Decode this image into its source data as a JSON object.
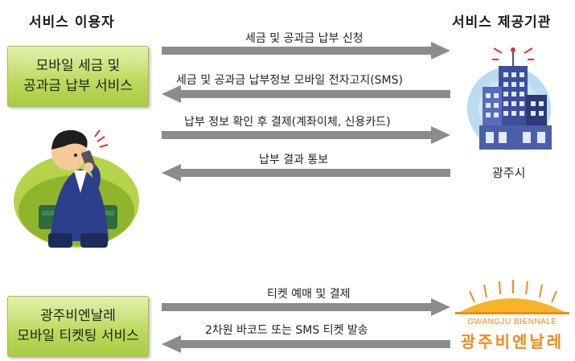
{
  "headers": {
    "left": "서비스 이용자",
    "right": "서비스 제공기관"
  },
  "service1": {
    "line1": "모바일 세금 및",
    "line2": "공과금 납부 서비스"
  },
  "service2": {
    "line1": "광주비엔날레",
    "line2": "모바일 티켓팅 서비스"
  },
  "arrows": {
    "a1": "세금 및 공과금 납부 신청",
    "a2": "세금 및 공과금 납부정보 모바일 전자고지(SMS)",
    "a3": "납부 정보 확인 후 결제(계좌이체, 신용카드)",
    "a4": "납부 결과 통보",
    "a5": "티켓 예매 및 결제",
    "a6": "2차원 바코드 또는 SMS 티켓 발송"
  },
  "provider1": "광주시",
  "biennale_logo": {
    "en": "GWANGJU BIENNALE",
    "ko": "광주비엔날레"
  },
  "colors": {
    "green_box": "#bcd95a",
    "arrow": "#8c8c8c",
    "logo_orange": "#f08a1c"
  }
}
